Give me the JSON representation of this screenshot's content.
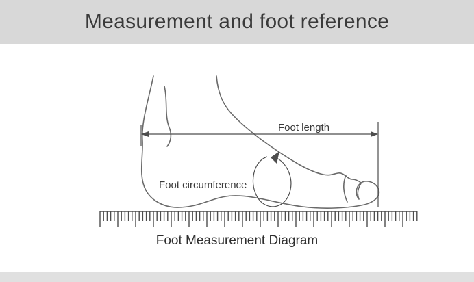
{
  "header": {
    "title": "Measurement and foot reference"
  },
  "diagram": {
    "labels": {
      "foot_length": "Foot length",
      "foot_circumference": "Foot circumference"
    },
    "caption": "Foot Measurement Diagram"
  },
  "colors": {
    "header_bg": "#d8d8d8",
    "header_text": "#3a3a3a",
    "line": "#6a6a6a",
    "dim": "#4d4d4d",
    "footer_bg": "#e0e0e0"
  }
}
